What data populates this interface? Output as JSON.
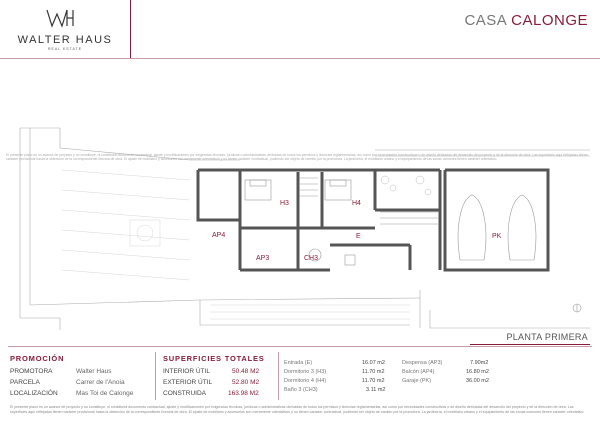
{
  "header": {
    "logo_name": "WALTER HAUS",
    "logo_sub": "REAL ESTATE",
    "title_a": "CASA",
    "title_b": "CALONGE"
  },
  "plan": {
    "rooms": {
      "h3": "H3",
      "h4": "H4",
      "ap4": "AP4",
      "ap3": "AP3",
      "ch3": "CH3",
      "e": "E",
      "pk": "PK"
    },
    "planta": "PLANTA PRIMERA"
  },
  "promocion": {
    "title": "PROMOCIÓN",
    "rows": [
      {
        "label": "PROMOTORA",
        "value": "Walter Haus"
      },
      {
        "label": "PARCELA",
        "value": "Carrer de l'Anoia"
      },
      {
        "label": "LOCALIZACIÓN",
        "value": "Mas Toi de Calonge"
      }
    ]
  },
  "superficies": {
    "title": "SUPERFICIES TOTALES",
    "rows": [
      {
        "label": "INTERIOR ÚTIL",
        "value": "50.48 M2"
      },
      {
        "label": "EXTERIOR ÚTIL",
        "value": "52.80 M2"
      },
      {
        "label": "CONSTRUIDA",
        "value": "163.98 M2"
      }
    ]
  },
  "estancias": {
    "col1": [
      {
        "label": "Entrada (E)",
        "value": "16.07 m2"
      },
      {
        "label": "Dormitorio 3 (H3)",
        "value": "11.70 m2"
      },
      {
        "label": "Dormitorio 4 (H4)",
        "value": "11.70 m2"
      },
      {
        "label": "Baño 3 (CH3)",
        "value": "3.11 m2"
      }
    ],
    "col2": [
      {
        "label": "Despensa (AP3)",
        "value": "7.90m2"
      },
      {
        "label": "Balcón (AP4)",
        "value": "16.80 m2"
      },
      {
        "label": "Garaje (PK)",
        "value": "36.00 m2"
      }
    ]
  },
  "disclaimer": "El presente plano es un avance de proyecto y no constituye, ni constituirá documento contractual, ajuste y modificaciones por exigencias técnicas, jurídicas o administrativas derivadas de todos los permisos y licencias reglamentarias, así como por necesidades constructivas o de diseño derivadas del desarrollo del proyecto y de la dirección de obra. Las superficies aquí reflejadas tienen carácter provisional hasta la obtención de la correspondiente licencia de obra. El ajuste de mobiliario y accesorios son meramente orientativos y no tienen carácter contractual, pudiendo ser objeto de cambio por la promotora. La jardinería, el mobiliario urbano y el equipamiento de las zonas comunes tienen carácter orientativo."
}
